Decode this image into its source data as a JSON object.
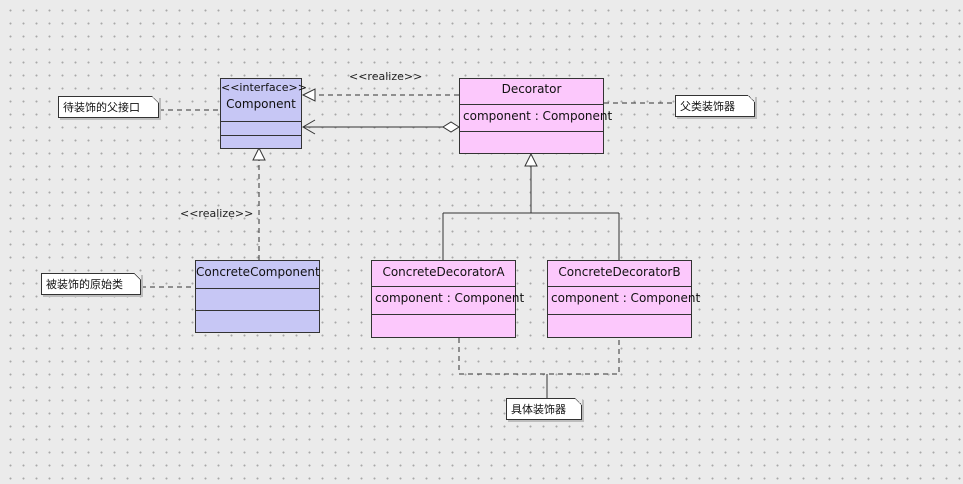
{
  "classes": {
    "component": {
      "stereotype": "<<interface>>",
      "name": "Component"
    },
    "decorator": {
      "name": "Decorator",
      "attr": "component : Component"
    },
    "concrete_component": {
      "name": "ConcreteComponent"
    },
    "concrete_decorator_a": {
      "name": "ConcreteDecoratorA",
      "attr": "component : Component"
    },
    "concrete_decorator_b": {
      "name": "ConcreteDecoratorB",
      "attr": "component : Component"
    }
  },
  "labels": {
    "realize_top": "<<realize>>",
    "realize_left": "<<realize>>"
  },
  "notes": {
    "parent_interface": "待装饰的父接口",
    "parent_decorator": "父类装饰器",
    "original_class": "被装饰的原始类",
    "concrete_decorators": "具体装饰器"
  },
  "colors": {
    "interface_fill": "#c7c7f5",
    "decorator_fill": "#fcc8fc",
    "line": "#333333"
  }
}
